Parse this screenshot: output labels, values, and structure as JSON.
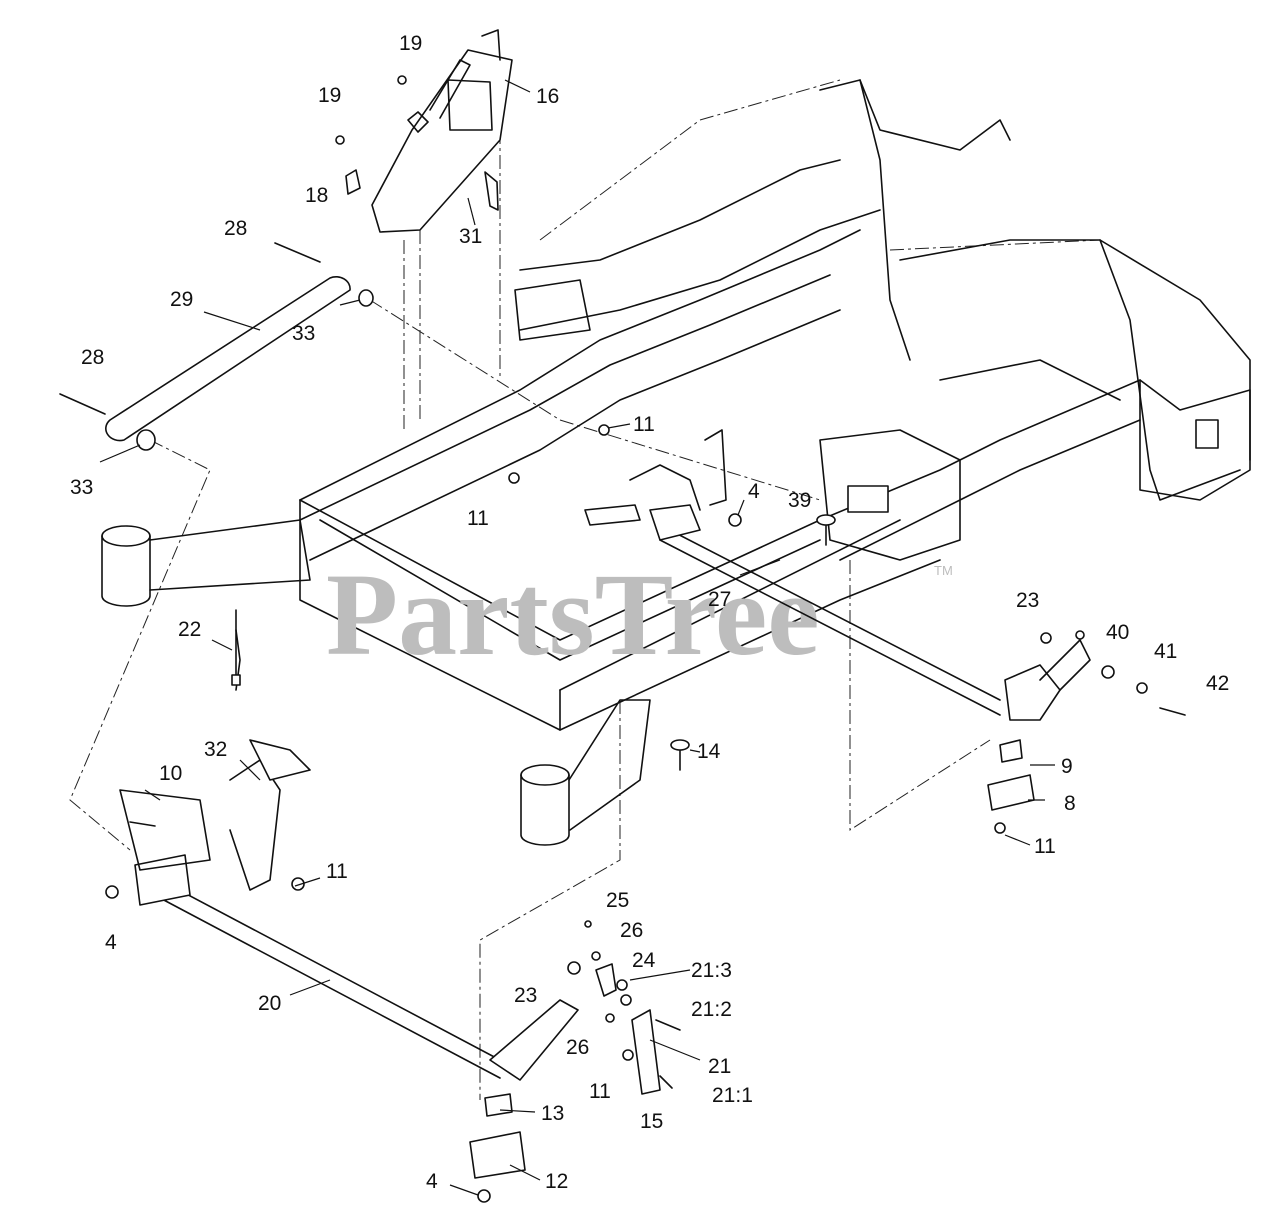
{
  "watermark": {
    "text": "PartsTree",
    "tm": "TM"
  },
  "callouts": [
    {
      "id": "c19a",
      "text": "19"
    },
    {
      "id": "c19b",
      "text": "19"
    },
    {
      "id": "c16",
      "text": "16"
    },
    {
      "id": "c18",
      "text": "18"
    },
    {
      "id": "c31",
      "text": "31"
    },
    {
      "id": "c28a",
      "text": "28"
    },
    {
      "id": "c29",
      "text": "29"
    },
    {
      "id": "c33a",
      "text": "33"
    },
    {
      "id": "c28b",
      "text": "28"
    },
    {
      "id": "c33b",
      "text": "33"
    },
    {
      "id": "c11a",
      "text": "11"
    },
    {
      "id": "c11b",
      "text": "11"
    },
    {
      "id": "c4a",
      "text": "4"
    },
    {
      "id": "c39",
      "text": "39"
    },
    {
      "id": "c27",
      "text": "27"
    },
    {
      "id": "c22",
      "text": "22"
    },
    {
      "id": "c23a",
      "text": "23"
    },
    {
      "id": "c40",
      "text": "40"
    },
    {
      "id": "c41",
      "text": "41"
    },
    {
      "id": "c42",
      "text": "42"
    },
    {
      "id": "c32",
      "text": "32"
    },
    {
      "id": "c10",
      "text": "10"
    },
    {
      "id": "c14",
      "text": "14"
    },
    {
      "id": "c9",
      "text": "9"
    },
    {
      "id": "c8",
      "text": "8"
    },
    {
      "id": "c11c",
      "text": "11"
    },
    {
      "id": "c11d",
      "text": "11"
    },
    {
      "id": "c4b",
      "text": "4"
    },
    {
      "id": "c25",
      "text": "25"
    },
    {
      "id": "c26a",
      "text": "26"
    },
    {
      "id": "c24",
      "text": "24"
    },
    {
      "id": "c21_3",
      "text": "21:3"
    },
    {
      "id": "c23b",
      "text": "23"
    },
    {
      "id": "c20",
      "text": "20"
    },
    {
      "id": "c21_2",
      "text": "21:2"
    },
    {
      "id": "c26b",
      "text": "26"
    },
    {
      "id": "c21",
      "text": "21"
    },
    {
      "id": "c21_1",
      "text": "21:1"
    },
    {
      "id": "c11e",
      "text": "11"
    },
    {
      "id": "c15",
      "text": "15"
    },
    {
      "id": "c13",
      "text": "13"
    },
    {
      "id": "c12",
      "text": "12"
    },
    {
      "id": "c4c",
      "text": "4"
    }
  ]
}
